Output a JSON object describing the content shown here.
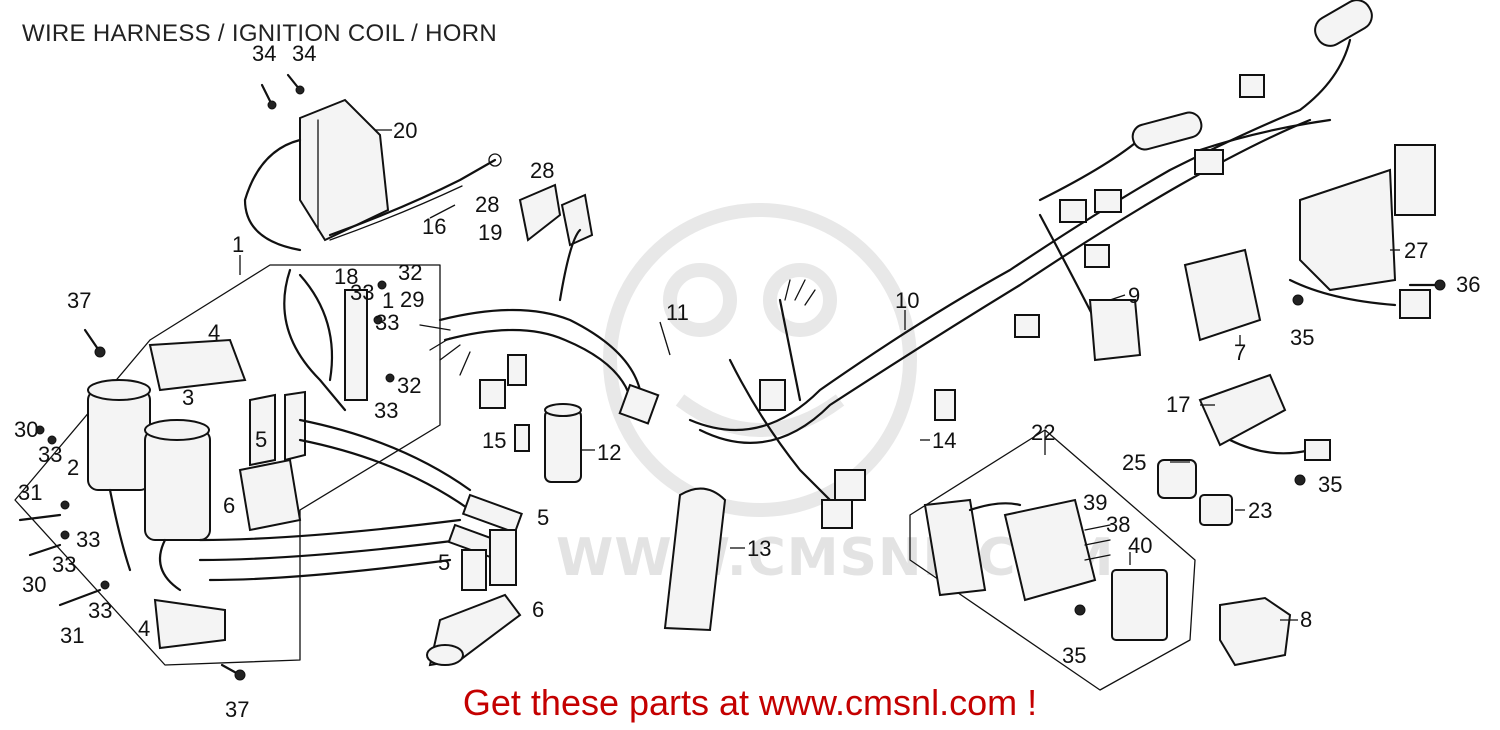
{
  "title": "WIRE HARNESS / IGNITION COIL / HORN",
  "footer": "Get these parts at www.cmsnl.com !",
  "watermark_text": "WWW.CMSNL.COM",
  "callouts": [
    {
      "id": "c1",
      "label": "1"
    },
    {
      "id": "c2",
      "label": "2"
    },
    {
      "id": "c3",
      "label": "3"
    },
    {
      "id": "c4a",
      "label": "4"
    },
    {
      "id": "c4b",
      "label": "4"
    },
    {
      "id": "c5a",
      "label": "5"
    },
    {
      "id": "c5b",
      "label": "5"
    },
    {
      "id": "c5c",
      "label": "5"
    },
    {
      "id": "c6a",
      "label": "6"
    },
    {
      "id": "c6b",
      "label": "6"
    },
    {
      "id": "c7",
      "label": "7"
    },
    {
      "id": "c8",
      "label": "8"
    },
    {
      "id": "c9",
      "label": "9"
    },
    {
      "id": "c10",
      "label": "10"
    },
    {
      "id": "c11",
      "label": "11"
    },
    {
      "id": "c12",
      "label": "12"
    },
    {
      "id": "c13",
      "label": "13"
    },
    {
      "id": "c14",
      "label": "14"
    },
    {
      "id": "c15",
      "label": "15"
    },
    {
      "id": "c16",
      "label": "16"
    },
    {
      "id": "c17",
      "label": "17"
    },
    {
      "id": "c18",
      "label": "18"
    },
    {
      "id": "c19",
      "label": "19"
    },
    {
      "id": "c20",
      "label": "20"
    },
    {
      "id": "c22",
      "label": "22"
    },
    {
      "id": "c23",
      "label": "23"
    },
    {
      "id": "c25",
      "label": "25"
    },
    {
      "id": "c27",
      "label": "27"
    },
    {
      "id": "c28a",
      "label": "28"
    },
    {
      "id": "c28b",
      "label": "28"
    },
    {
      "id": "c29",
      "label": "29"
    },
    {
      "id": "c30a",
      "label": "30"
    },
    {
      "id": "c30b",
      "label": "30"
    },
    {
      "id": "c31a",
      "label": "31"
    },
    {
      "id": "c31b",
      "label": "31"
    },
    {
      "id": "c32a",
      "label": "32"
    },
    {
      "id": "c32b",
      "label": "32"
    },
    {
      "id": "c33a",
      "label": "33"
    },
    {
      "id": "c33b",
      "label": "33"
    },
    {
      "id": "c33c",
      "label": "33"
    },
    {
      "id": "c33d",
      "label": "33"
    },
    {
      "id": "c33e",
      "label": "33"
    },
    {
      "id": "c33f",
      "label": "33"
    },
    {
      "id": "c33g",
      "label": "33"
    },
    {
      "id": "c34a",
      "label": "34"
    },
    {
      "id": "c34b",
      "label": "34"
    },
    {
      "id": "c35a",
      "label": "35"
    },
    {
      "id": "c35b",
      "label": "35"
    },
    {
      "id": "c35c",
      "label": "35"
    },
    {
      "id": "c36",
      "label": "36"
    },
    {
      "id": "c37a",
      "label": "37"
    },
    {
      "id": "c37b",
      "label": "37"
    },
    {
      "id": "c38",
      "label": "38"
    },
    {
      "id": "c39",
      "label": "39"
    },
    {
      "id": "c40",
      "label": "40"
    },
    {
      "id": "c1b",
      "label": "1"
    }
  ]
}
